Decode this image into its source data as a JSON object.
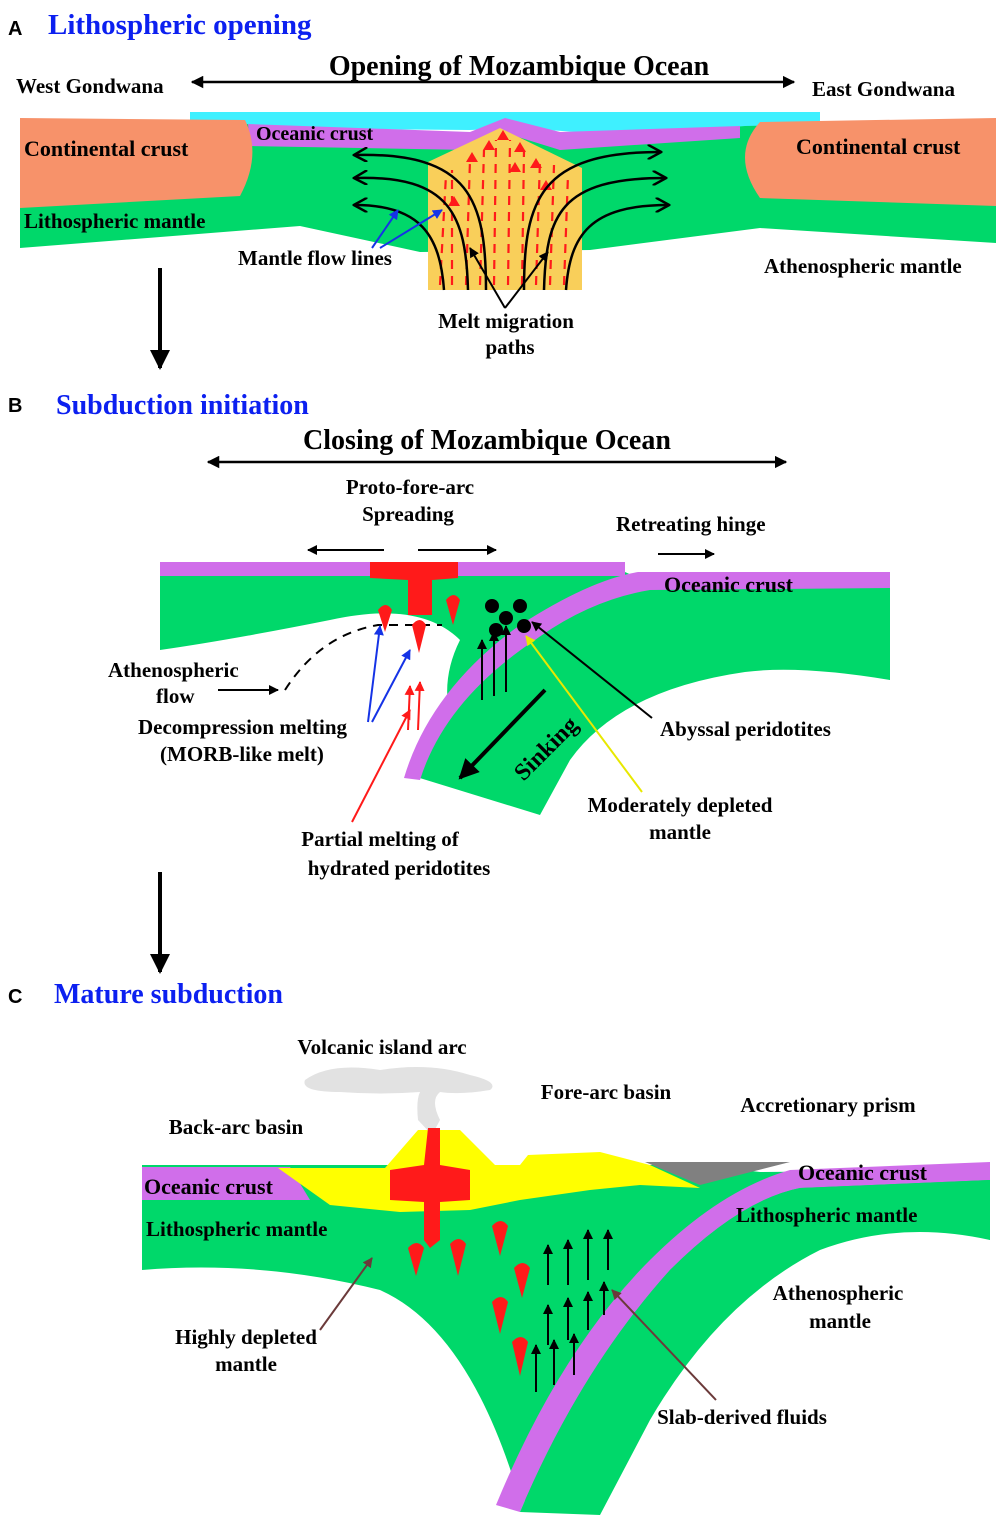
{
  "colors": {
    "ocean": "#3ff0ff",
    "continental_crust": "#f7926a",
    "oceanic_crust": "#d06eea",
    "mantle": "#00d86a",
    "melt_zone": "#f9cf5a",
    "melt": "#ff1a1a",
    "arc_volcanics": "#ffff00",
    "accretionary_prism": "#808080",
    "smoke": "#e2e2e2",
    "title_blue": "#0c20f0",
    "slab_fluid_arrow": "#6b3a3a",
    "depleted_arrow": "#ffff00"
  },
  "panel_a": {
    "letter": "A",
    "title": "Lithospheric opening",
    "opening_label": "Opening of Mozambique Ocean",
    "west_gondwana": "West Gondwana",
    "east_gondwana": "East Gondwana",
    "oceanic_crust": "Oceanic crust",
    "continental_crust_left": "Continental crust",
    "continental_crust_right": "Continental crust",
    "lithospheric_mantle": "Lithospheric mantle",
    "mantle_flow_lines": "Mantle flow lines",
    "athenospheric_mantle": "Athenospheric mantle",
    "melt_migration_line1": "Melt migration",
    "melt_migration_line2": "paths"
  },
  "panel_b": {
    "letter": "B",
    "title": "Subduction initiation",
    "closing_label": "Closing of Mozambique Ocean",
    "proto_line1": "Proto-fore-arc",
    "proto_line2": "Spreading",
    "retreating_hinge": "Retreating hinge",
    "oceanic_crust": "Oceanic crust",
    "athenospheric_flow_line1": "Athenospheric",
    "athenospheric_flow_line2": "flow",
    "decompression_line1": "Decompression melting",
    "decompression_line2": "(MORB-like melt)",
    "sinking": "Sinking",
    "abyssal_peridotites": "Abyssal peridotites",
    "moderately_line1": "Moderately depleted",
    "moderately_line2": "mantle",
    "partial_line1": "Partial melting of",
    "partial_line2": "hydrated peridotites"
  },
  "panel_c": {
    "letter": "C",
    "title": "Mature subduction",
    "volcanic_island_arc": "Volcanic island arc",
    "fore_arc_basin": "Fore-arc basin",
    "accretionary_prism": "Accretionary prism",
    "back_arc_basin": "Back-arc basin",
    "oceanic_crust_left": "Oceanic crust",
    "oceanic_crust_right": "Oceanic crust",
    "lithospheric_mantle_left": "Lithospheric mantle",
    "lithospheric_mantle_right": "Lithospheric mantle",
    "athenospheric_line1": "Athenospheric",
    "athenospheric_line2": "mantle",
    "highly_depleted_line1": "Highly depleted",
    "highly_depleted_line2": "mantle",
    "slab_derived_fluids": "Slab-derived fluids"
  }
}
